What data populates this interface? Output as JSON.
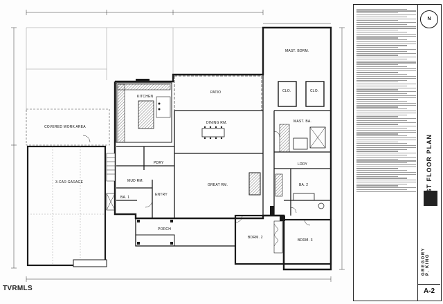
{
  "rooms": {
    "covered_work_area": "COVERED WORK AREA",
    "garage": "3-CAR GARAGE",
    "kitchen": "KITCHEN",
    "patio": "PATIO",
    "dining_rm": "DINING RM.",
    "great_rm": "GREAT RM.",
    "mud_rm": "MUD RM.",
    "entry": "ENTRY",
    "porch": "PORCH",
    "pdry": "PDRY",
    "ba_1": "BA. 1",
    "ba_2": "BA. 2",
    "mast_bdrm": "MAST. BDRM.",
    "mast_ba": "MAST. BA.",
    "clo_1": "CLO.",
    "clo_2": "CLO.",
    "lndry": "LDRY",
    "bdrm_2": "BDRM. 2",
    "bdrm_3": "BDRM. 3"
  },
  "titleblock": {
    "north_arrow": "N",
    "sheet_title": "FIRST FLOOR PLAN",
    "designer": "GREGORY P. KING",
    "sheet_number": "A-2"
  },
  "watermark": "TVRMLS",
  "colors": {
    "line": "#1a1a1a",
    "wall_fill": "#2b2b2b",
    "hatch": "#555555"
  }
}
